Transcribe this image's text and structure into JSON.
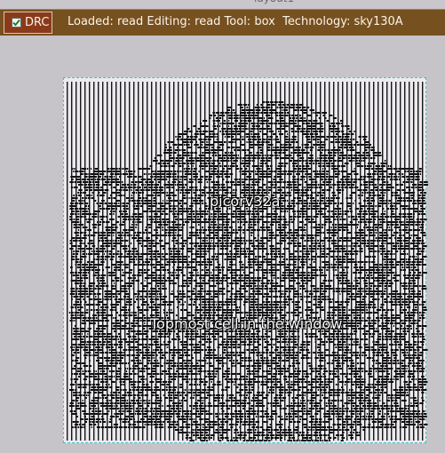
{
  "window": {
    "title": "layout1"
  },
  "toolbar": {
    "drc_label": "DRC",
    "drc_checked": true,
    "status": "Loaded: read Editing: read Tool: box  Technology: sky130A"
  },
  "layout": {
    "cell_name": "picorv32a",
    "cell_note": "Topmost cell in the window"
  },
  "colors": {
    "header": "#76501f",
    "drc_button": "#8b3a19",
    "background": "#c6c4c8",
    "boundary": "#3fc3c6"
  }
}
